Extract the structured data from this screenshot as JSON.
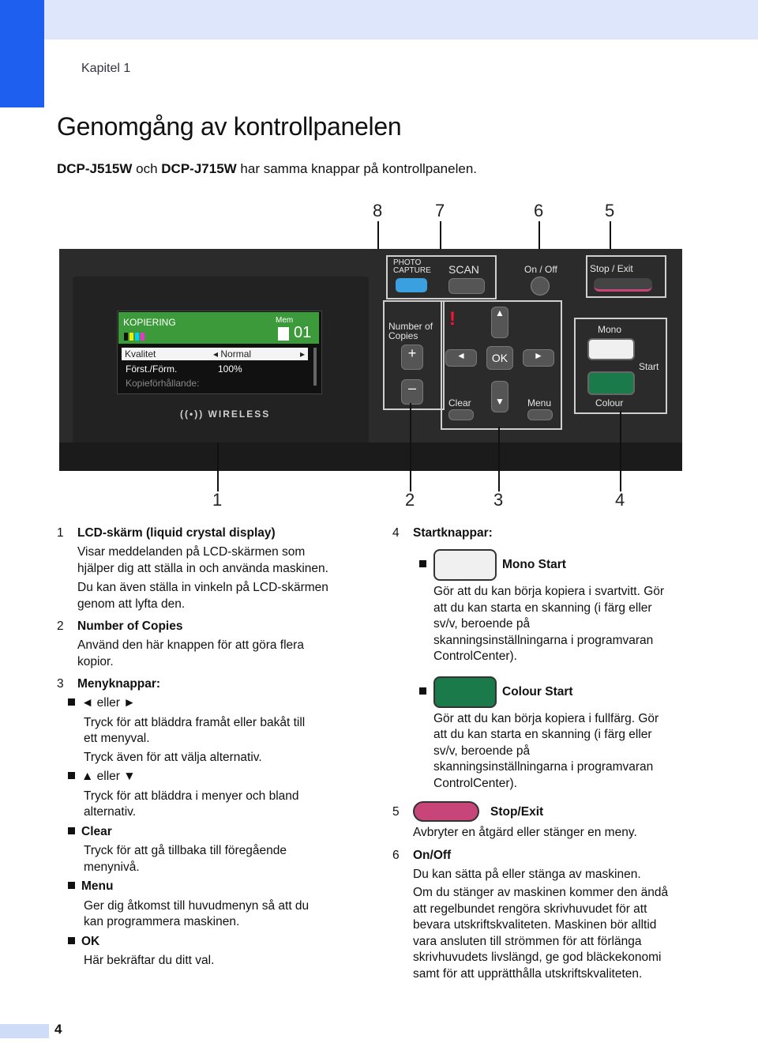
{
  "header": {
    "chapter": "Kapitel 1"
  },
  "title": "Genomgång av kontrollpanelen",
  "subtitle": {
    "model1": "DCP-J515W",
    "mid": " och ",
    "model2": "DCP-J715W",
    "rest": " har samma knappar på kontrollpanelen."
  },
  "callouts_top": [
    "8",
    "7",
    "6",
    "5"
  ],
  "callouts_bottom": [
    "1",
    "2",
    "3",
    "4"
  ],
  "panel": {
    "photo_capture": "PHOTO CAPTURE",
    "scan": "SCAN",
    "on_off": "On / Off",
    "stop_exit": "Stop / Exit",
    "number_of_copies": "Number of Copies",
    "plus": "+",
    "minus": "–",
    "warning": "!",
    "ok": "OK",
    "clear": "Clear",
    "menu": "Menu",
    "mono": "Mono",
    "start": "Start",
    "colour": "Colour",
    "wireless": "WIRELESS",
    "lcd": {
      "header": "KOPIERING",
      "mem": "Mem",
      "count": "01",
      "rows": [
        {
          "label": "Kvalitet",
          "value": "Normal"
        },
        {
          "label": "Först./Förm.",
          "value": "100%"
        },
        {
          "label": "Kopieförhållande:",
          "value": ""
        }
      ]
    }
  },
  "left_items": [
    {
      "num": "1",
      "title": "LCD-skärm (liquid crystal display)",
      "lines": [
        "Visar meddelanden på LCD-skärmen som",
        "hjälper dig att ställa in och använda maskinen.",
        "Du kan även ställa in vinkeln på LCD-skärmen",
        "genom att lyfta den."
      ]
    },
    {
      "num": "2",
      "title": "Number of Copies",
      "lines": [
        "Använd den här knappen för att göra flera",
        "kopior."
      ]
    },
    {
      "num": "3",
      "title": "Menyknappar:"
    }
  ],
  "menu_items": [
    {
      "label": "◄ eller ►",
      "lines": [
        "Tryck för att bläddra framåt eller bakåt till",
        "ett menyval.",
        "Tryck även för att välja alternativ."
      ]
    },
    {
      "label": "▲ eller ▼",
      "lines": [
        "Tryck för att bläddra i menyer och bland",
        "alternativ."
      ]
    },
    {
      "label": "Clear",
      "lines": [
        "Tryck för att gå tillbaka till föregående",
        "menynivå."
      ]
    },
    {
      "label": "Menu",
      "lines": [
        "Ger dig åtkomst till huvudmenyn så att du",
        "kan programmera maskinen."
      ]
    },
    {
      "label": "OK",
      "lines": [
        "Här bekräftar du ditt val."
      ]
    }
  ],
  "right": {
    "item4": {
      "num": "4",
      "title": "Startknappar:"
    },
    "mono": {
      "label": "Mono Start",
      "lines": [
        "Gör att du kan börja kopiera i svartvitt. Gör",
        "att du kan starta en skanning (i färg eller",
        "sv/v, beroende på",
        "skanningsinställningarna i programvaran",
        "ControlCenter)."
      ]
    },
    "colour": {
      "label": "Colour Start",
      "lines": [
        "Gör att du kan börja kopiera i fullfärg. Gör",
        "att du kan starta en skanning (i färg eller",
        "sv/v, beroende på",
        "skanningsinställningarna i programvaran",
        "ControlCenter)."
      ]
    },
    "item5": {
      "num": "5",
      "title": "Stop/Exit",
      "line": "Avbryter en åtgärd eller stänger en meny."
    },
    "item6": {
      "num": "6",
      "title": "On/Off",
      "lines": [
        "Du kan sätta på eller stänga av maskinen.",
        "Om du stänger av maskinen kommer den ändå",
        "att regelbundet rengöra skrivhuvudet för att",
        "bevara utskriftskvaliteten. Maskinen bör alltid",
        "vara ansluten till strömmen för att förlänga",
        "skrivhuvudets livslängd, ge god bläckekonomi",
        "samt för att upprätthålla utskriftskvaliteten."
      ]
    }
  },
  "colors": {
    "accent": "#1f5ff0",
    "mono_button": "#f0f0f0",
    "colour_button": "#1a7a4a",
    "stop_button": "#c8457a"
  },
  "page_number": "4"
}
